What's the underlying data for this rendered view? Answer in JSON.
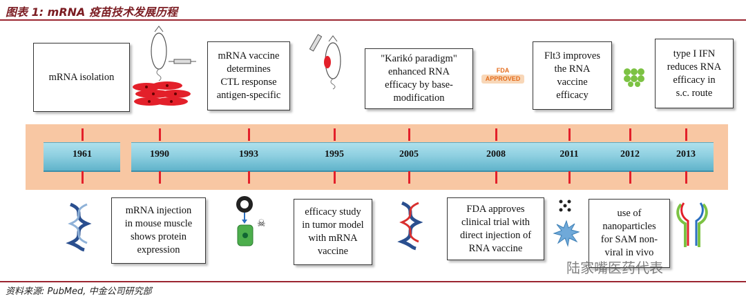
{
  "header": {
    "title": "图表 1: mRNA 疫苗技术发展历程"
  },
  "timeline": {
    "years": [
      "1961",
      "1990",
      "1993",
      "1995",
      "2005",
      "2008",
      "2011",
      "2012",
      "2013"
    ]
  },
  "events_top": [
    {
      "year": "1961",
      "text": "mRNA  isolation"
    },
    {
      "year": "1993",
      "text": "mRNA  vaccine\ndetermines\nCTL response\nantigen-specific"
    },
    {
      "year": "2005",
      "text": "\"Karikó paradigm\"\nenhanced RNA\nefficacy  by base-\nmodification"
    },
    {
      "year": "2011",
      "text": "Flt3 improves\nthe RNA\nvaccine\nefficacy"
    },
    {
      "year": "2013",
      "text": "type I IFN\nreduces RNA\nefficacy in\ns.c. route"
    }
  ],
  "events_bottom": [
    {
      "year": "1990",
      "text": "mRNA injection\nin mouse muscle\nshows protein\nexpression"
    },
    {
      "year": "1995",
      "text": "efficacy study\nin tumor model\nwith mRNA\nvaccine"
    },
    {
      "year": "2008",
      "text": "FDA approves\nclinical trial with\ndirect injection of\nRNA vaccine"
    },
    {
      "year": "2012",
      "text": "use of\nnanoparticles\nfor SAM non-\nviral in vivo"
    }
  ],
  "fda_badge": {
    "line1": "FDA",
    "line2": "APPROVED"
  },
  "watermark": "陆家嘴医药代表",
  "source": "资料来源: PubMed, 中金公司研究部",
  "colors": {
    "accent": "#9b2530",
    "band": "#f8c7a3",
    "timeline_bar": "#8fd0e1",
    "tick": "#e3202a"
  }
}
